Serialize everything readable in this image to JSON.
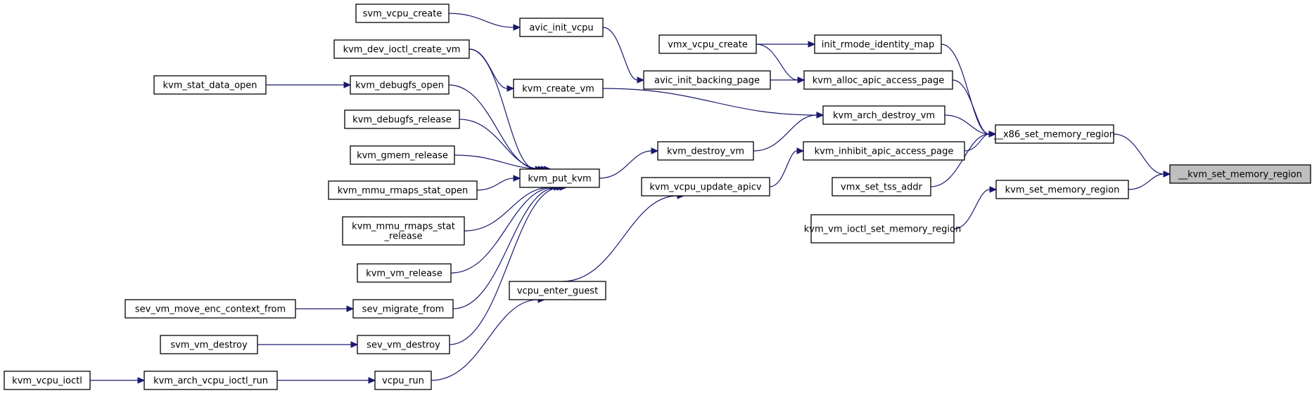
{
  "diagram": {
    "type": "call-graph",
    "colors": {
      "edge": "#191970",
      "node_fill": "#ffffff",
      "root_fill": "#bfbfbf",
      "border": "#000000"
    },
    "nodes": [
      {
        "id": "root",
        "label": "__kvm_set_memory_region",
        "root": true
      },
      {
        "id": "x86",
        "label": "__x86_set_memory_region"
      },
      {
        "id": "setmem",
        "label": "kvm_set_memory_region"
      },
      {
        "id": "ioctlsetmem",
        "label": "kvm_vm_ioctl_set_memory_region"
      },
      {
        "id": "rmode",
        "label": "init_rmode_identity_map"
      },
      {
        "id": "allocapic",
        "label": "kvm_alloc_apic_access_page"
      },
      {
        "id": "archdestroy",
        "label": "kvm_arch_destroy_vm"
      },
      {
        "id": "inhibit",
        "label": "kvm_inhibit_apic_access_page"
      },
      {
        "id": "tss",
        "label": "vmx_set_tss_addr"
      },
      {
        "id": "vmxcreate",
        "label": "vmx_vcpu_create"
      },
      {
        "id": "avicbacking",
        "label": "avic_init_backing_page"
      },
      {
        "id": "avicvcpu",
        "label": "avic_init_vcpu"
      },
      {
        "id": "svmcreate",
        "label": "svm_vcpu_create"
      },
      {
        "id": "createvm",
        "label": "kvm_create_vm"
      },
      {
        "id": "devioctl",
        "label": "kvm_dev_ioctl_create_vm"
      },
      {
        "id": "destroyvm",
        "label": "kvm_destroy_vm"
      },
      {
        "id": "putkvm",
        "label": "kvm_put_kvm"
      },
      {
        "id": "updateapicv",
        "label": "kvm_vcpu_update_apicv"
      },
      {
        "id": "enterguest",
        "label": "vcpu_enter_guest"
      },
      {
        "id": "vcpurun",
        "label": "vcpu_run"
      },
      {
        "id": "archrun",
        "label": "kvm_arch_vcpu_ioctl_run"
      },
      {
        "id": "vcpuioctl",
        "label": "kvm_vcpu_ioctl"
      },
      {
        "id": "debugfsopen",
        "label": "kvm_debugfs_open"
      },
      {
        "id": "statopen",
        "label": "kvm_stat_data_open"
      },
      {
        "id": "debugfsrel",
        "label": "kvm_debugfs_release"
      },
      {
        "id": "gmemrel",
        "label": "kvm_gmem_release"
      },
      {
        "id": "rmapsopen",
        "label": "kvm_mmu_rmaps_stat_open"
      },
      {
        "id": "rmapsrel",
        "label": "kvm_mmu_rmaps_stat\n_release"
      },
      {
        "id": "vmrel",
        "label": "kvm_vm_release"
      },
      {
        "id": "migrate",
        "label": "sev_migrate_from"
      },
      {
        "id": "moveenc",
        "label": "sev_vm_move_enc_context_from"
      },
      {
        "id": "sevdestroy",
        "label": "sev_vm_destroy"
      },
      {
        "id": "svmdestroy",
        "label": "svm_vm_destroy"
      }
    ],
    "edges": [
      {
        "from": "x86",
        "to": "root"
      },
      {
        "from": "setmem",
        "to": "root"
      },
      {
        "from": "rmode",
        "to": "x86"
      },
      {
        "from": "allocapic",
        "to": "x86"
      },
      {
        "from": "archdestroy",
        "to": "x86"
      },
      {
        "from": "inhibit",
        "to": "x86"
      },
      {
        "from": "tss",
        "to": "x86"
      },
      {
        "from": "ioctlsetmem",
        "to": "setmem"
      },
      {
        "from": "vmxcreate",
        "to": "rmode"
      },
      {
        "from": "vmxcreate",
        "to": "allocapic"
      },
      {
        "from": "avicbacking",
        "to": "allocapic"
      },
      {
        "from": "createvm",
        "to": "archdestroy"
      },
      {
        "from": "destroyvm",
        "to": "archdestroy"
      },
      {
        "from": "updateapicv",
        "to": "inhibit"
      },
      {
        "from": "avicvcpu",
        "to": "avicbacking"
      },
      {
        "from": "svmcreate",
        "to": "avicvcpu"
      },
      {
        "from": "devioctl",
        "to": "createvm"
      },
      {
        "from": "putkvm",
        "to": "destroyvm"
      },
      {
        "from": "enterguest",
        "to": "updateapicv"
      },
      {
        "from": "vcpurun",
        "to": "enterguest"
      },
      {
        "from": "archrun",
        "to": "vcpurun"
      },
      {
        "from": "vcpuioctl",
        "to": "archrun"
      },
      {
        "from": "devioctl",
        "to": "putkvm"
      },
      {
        "from": "debugfsopen",
        "to": "putkvm"
      },
      {
        "from": "debugfsrel",
        "to": "putkvm"
      },
      {
        "from": "gmemrel",
        "to": "putkvm"
      },
      {
        "from": "rmapsopen",
        "to": "putkvm"
      },
      {
        "from": "rmapsrel",
        "to": "putkvm"
      },
      {
        "from": "vmrel",
        "to": "putkvm"
      },
      {
        "from": "migrate",
        "to": "putkvm"
      },
      {
        "from": "sevdestroy",
        "to": "putkvm"
      },
      {
        "from": "statopen",
        "to": "debugfsopen"
      },
      {
        "from": "moveenc",
        "to": "migrate"
      },
      {
        "from": "svmdestroy",
        "to": "sevdestroy"
      }
    ]
  }
}
